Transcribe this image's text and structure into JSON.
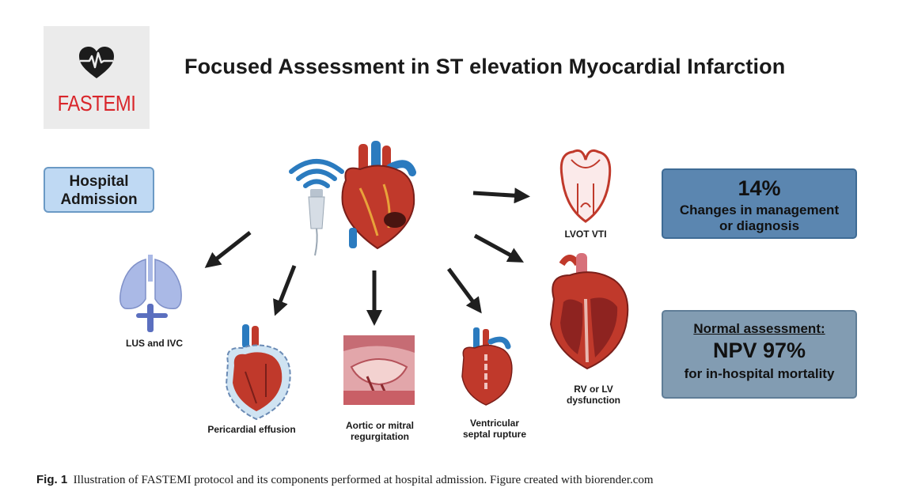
{
  "logo": {
    "text": "FASTEMI"
  },
  "title": "Focused Assessment in ST elevation Myocardial Infarction",
  "admission": {
    "line1": "Hospital",
    "line2": "Admission"
  },
  "labels": {
    "lus": "LUS and IVC",
    "pericardial": "Pericardial effusion",
    "aortic_line1": "Aortic or mitral",
    "aortic_line2": "regurgitation",
    "septal_line1": "Ventricular",
    "septal_line2": "septal rupture",
    "lvot": "LVOT VTI",
    "rvlv_line1": "RV or LV",
    "rvlv_line2": "dysfunction"
  },
  "management_box": {
    "percent": "14%",
    "line1": "Changes in management",
    "line2": "or diagnosis"
  },
  "npv_box": {
    "heading": "Normal assessment:",
    "npv": "NPV 97%",
    "line": "for in-hospital mortality"
  },
  "caption": {
    "label": "Fig. 1",
    "text": "Illustration of FASTEMI protocol and its components performed at hospital admission. Figure created with biorender.com"
  },
  "colors": {
    "brand_red": "#d9262b",
    "admission_fill": "#bfd9f3",
    "management_fill": "#5b86b0",
    "npv_fill": "#829cb2",
    "heart_red": "#c0392b",
    "vessel_blue": "#2b7bbf"
  }
}
